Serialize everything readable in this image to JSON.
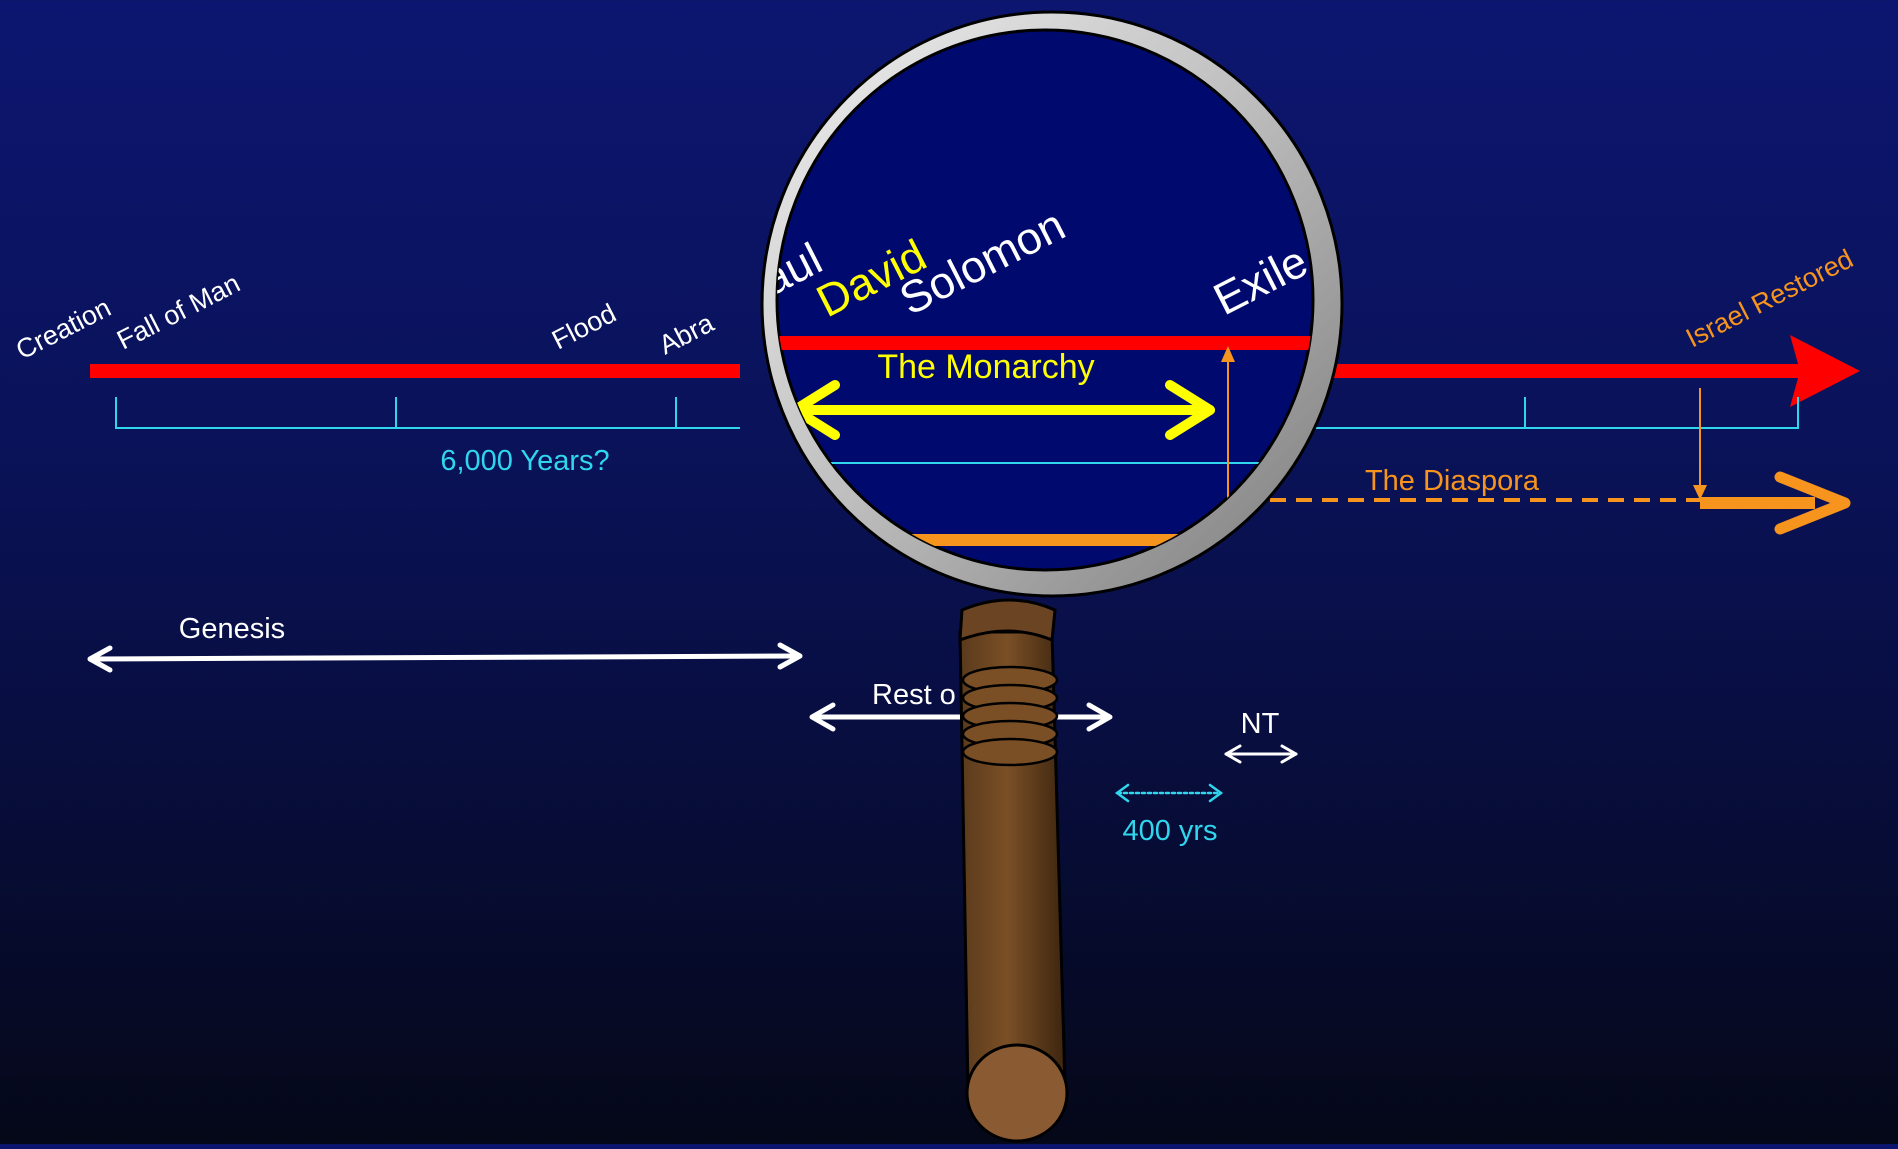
{
  "timeline": {
    "events": [
      "Creation",
      "Fall of Man",
      "Flood",
      "Abra",
      "Israel Restored"
    ],
    "span_label": "6,000 Years?"
  },
  "lens": {
    "kings": [
      "Saul",
      "David",
      "Solomon"
    ],
    "exile": "Exile",
    "monarchy": "The Monarchy"
  },
  "diaspora": "The Diaspora",
  "books": {
    "genesis": "Genesis",
    "rest": "Rest o",
    "nt": "NT",
    "gap": "400 yrs"
  },
  "colors": {
    "background": "#0a1258",
    "timeline": "#ff0000",
    "diaspora": "#f7941d",
    "monarchy": "#ffff00",
    "scale": "#2fd6ee",
    "lens": "#000a6e",
    "rim": "#c8c8c8",
    "handle": "#6b4423"
  },
  "icons": {
    "lens": "magnifying-glass-icon"
  }
}
